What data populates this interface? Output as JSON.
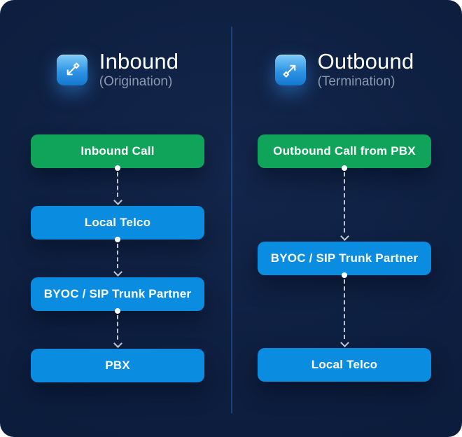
{
  "colors": {
    "background": "#0d1e3f",
    "divider": "#1d4788",
    "node_green": "#0fa459",
    "node_blue": "#0a8ce0",
    "icon_gradient_top": "#7ecbf8",
    "icon_gradient_bottom": "#1478cf",
    "title_color": "#ffffff",
    "subtitle_color": "#8b99b0",
    "connector_color": "#dfe4ea"
  },
  "inbound": {
    "title": "Inbound",
    "subtitle": "(Origination)",
    "icon": "arrow-down-left-icon",
    "nodes": [
      {
        "label": "Inbound Call",
        "color": "green"
      },
      {
        "label": "Local Telco",
        "color": "blue"
      },
      {
        "label": "BYOC / SIP Trunk Partner",
        "color": "blue"
      },
      {
        "label": "PBX",
        "color": "blue"
      }
    ]
  },
  "outbound": {
    "title": "Outbound",
    "subtitle": "(Termination)",
    "icon": "arrow-up-right-icon",
    "nodes": [
      {
        "label": "Outbound Call from PBX",
        "color": "green"
      },
      {
        "label": "BYOC / SIP Trunk Partner",
        "color": "blue"
      },
      {
        "label": "Local Telco",
        "color": "blue"
      }
    ]
  }
}
